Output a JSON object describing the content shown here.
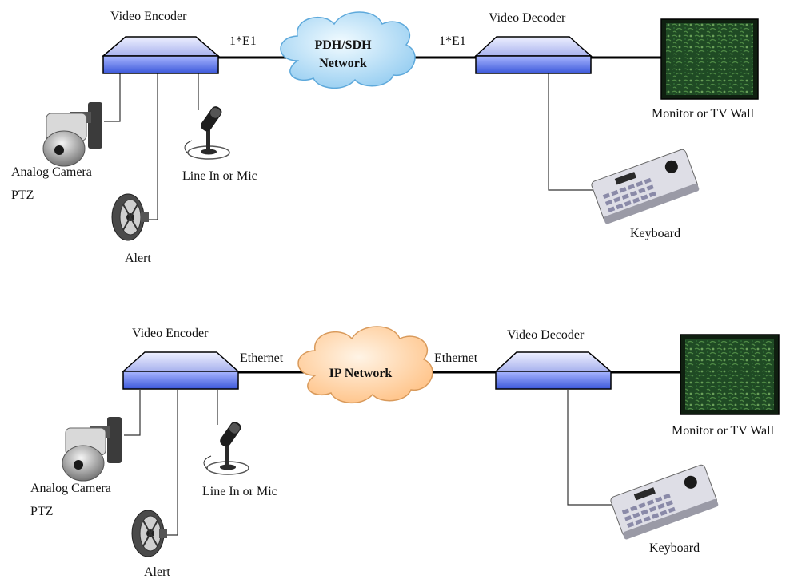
{
  "colors": {
    "device_top": "#c9c9f2",
    "device_bottom": "#5a6cdc",
    "device_outline": "#000000",
    "cloud_blue": "#bfe0f7",
    "cloud_orange": "#ffd3a6",
    "monitor_screen": "#1f4a24",
    "line": "#000000"
  },
  "top_diagram": {
    "encoder_label": "Video Encoder",
    "decoder_label": "Video Decoder",
    "link_left": "1*E1",
    "link_right": "1*E1",
    "network_line1": "PDH/SDH",
    "network_line2": "Network",
    "monitor_label": "Monitor or TV Wall",
    "keyboard_label": "Keyboard",
    "camera_label_line1": "Analog Camera",
    "camera_label_line2": "PTZ",
    "mic_label": "Line In or Mic",
    "alert_label": "Alert"
  },
  "bottom_diagram": {
    "encoder_label": "Video Encoder",
    "decoder_label": "Video Decoder",
    "link_left": "Ethernet",
    "link_right": "Ethernet",
    "network_label": "IP Network",
    "monitor_label": "Monitor or TV Wall",
    "keyboard_label": "Keyboard",
    "camera_label_line1": "Analog Camera",
    "camera_label_line2": "PTZ",
    "mic_label": "Line In or Mic",
    "alert_label": "Alert"
  },
  "icons": [
    "camera-icon",
    "microphone-icon",
    "alert-siren-icon",
    "monitor-icon",
    "ptz-keyboard-icon",
    "network-cloud-icon",
    "encoder-device-icon",
    "decoder-device-icon"
  ]
}
